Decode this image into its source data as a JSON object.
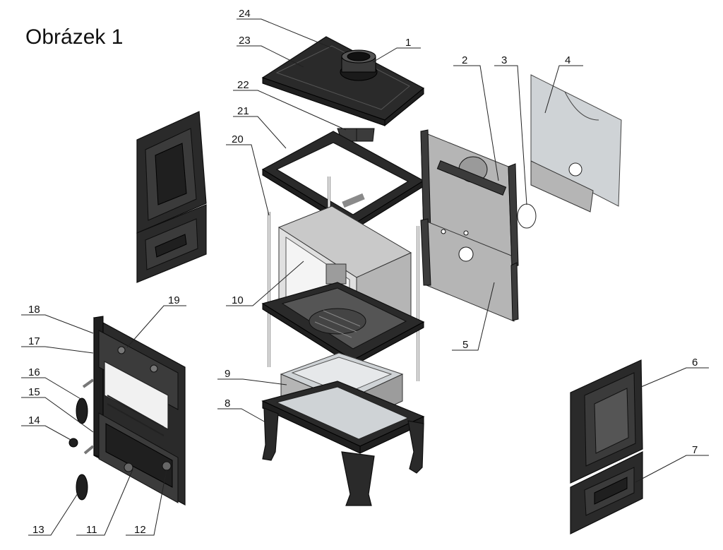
{
  "figure": {
    "title": "Obrázek 1",
    "parts": [
      "24",
      "23",
      "1",
      "2",
      "3",
      "4",
      "22",
      "21",
      "20",
      "10",
      "5",
      "18",
      "19",
      "17",
      "16",
      "15",
      "14",
      "13",
      "11",
      "12",
      "9",
      "8",
      "6",
      "7"
    ]
  }
}
